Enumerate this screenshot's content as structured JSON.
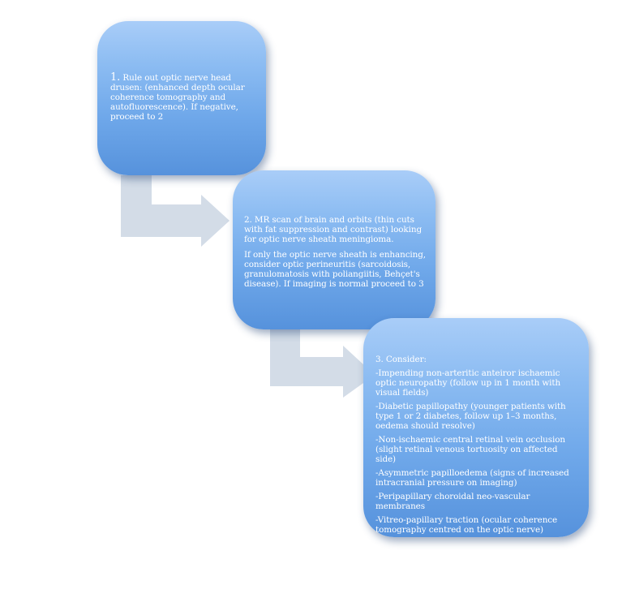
{
  "steps": [
    {
      "number": "1.",
      "text": "Rule out optic nerve head drusen: (enhanced depth ocular coherence tomography and autofluorescence).  If negative, proceed to 2"
    },
    {
      "paragraphs": [
        "2. MR scan of brain and orbits (thin cuts with fat suppression and contrast) looking for optic nerve sheath meningioma.",
        "If only the optic nerve sheath is enhancing, consider optic perineuritis (sarcoidosis, granulomatosis with poliangiitis, Behçet's disease). If imaging is normal proceed to 3"
      ]
    },
    {
      "heading": "3. Consider:",
      "items": [
        "-Impending non-arteritic anteiror ischaemic optic neuropathy (follow up in 1 month with visual fields)",
        "-Diabetic papillopathy (younger patients with type 1 or 2 diabetes, follow up 1–3 months, oedema should resolve)",
        "-Non-ischaemic central retinal vein occlusion (slight retinal venous tortuosity on affected side)",
        "-Asymmetric papilloedema (signs of increased intracranial pressure on imaging)",
        "-Peripapillary choroidal neo-vascular membranes",
        "-Vitreo-papillary traction (ocular coherence tomography centred on the optic nerve)"
      ]
    }
  ],
  "colors": {
    "box_top": "#a9cdf8",
    "box_bottom": "#5692dc",
    "arrow": "#d3dce7",
    "text": "#ffffff"
  }
}
